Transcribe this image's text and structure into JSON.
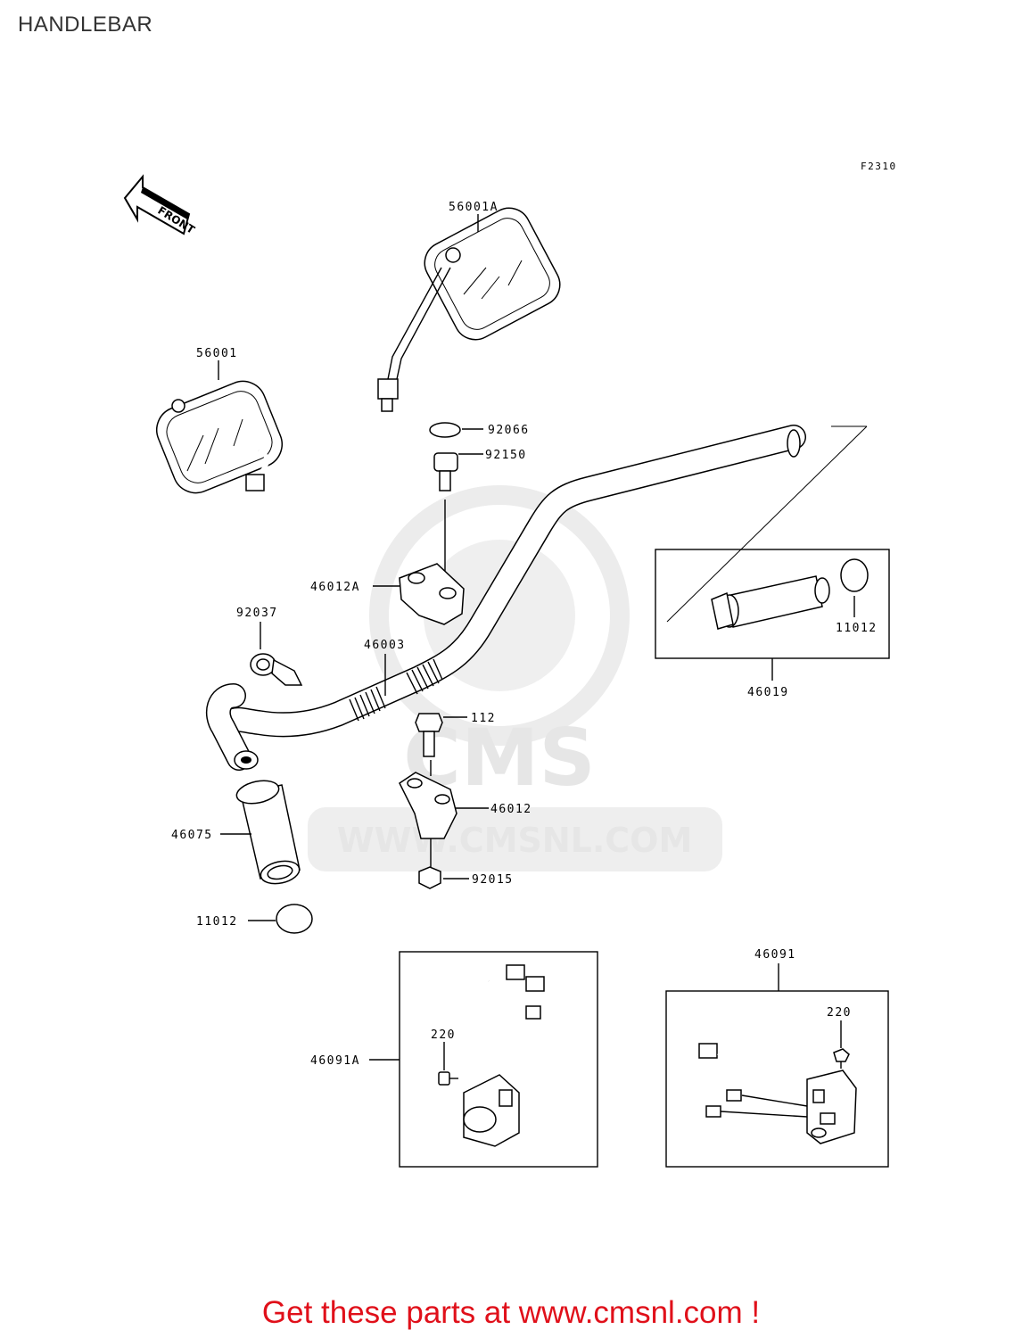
{
  "title": "HANDLEBAR",
  "figure_code": "F2310",
  "front_arrow_text": "FRONT",
  "watermark": {
    "logo": "CMS",
    "url": "WWW.CMSNL.COM"
  },
  "parts": [
    {
      "id": "p-56001A",
      "label": "56001A"
    },
    {
      "id": "p-56001",
      "label": "56001"
    },
    {
      "id": "p-92066",
      "label": "92066"
    },
    {
      "id": "p-92150",
      "label": "92150"
    },
    {
      "id": "p-46012A",
      "label": "46012A"
    },
    {
      "id": "p-92037",
      "label": "92037"
    },
    {
      "id": "p-46003",
      "label": "46003"
    },
    {
      "id": "p-11012-right",
      "label": "11012"
    },
    {
      "id": "p-46019",
      "label": "46019"
    },
    {
      "id": "p-112",
      "label": "112"
    },
    {
      "id": "p-46012",
      "label": "46012"
    },
    {
      "id": "p-46075",
      "label": "46075"
    },
    {
      "id": "p-92015",
      "label": "92015"
    },
    {
      "id": "p-11012-left",
      "label": "11012"
    },
    {
      "id": "p-46091",
      "label": "46091"
    },
    {
      "id": "p-220-right",
      "label": "220"
    },
    {
      "id": "p-220-left",
      "label": "220"
    },
    {
      "id": "p-46091A",
      "label": "46091A"
    }
  ],
  "footer": "Get these parts at www.cmsnl.com !"
}
